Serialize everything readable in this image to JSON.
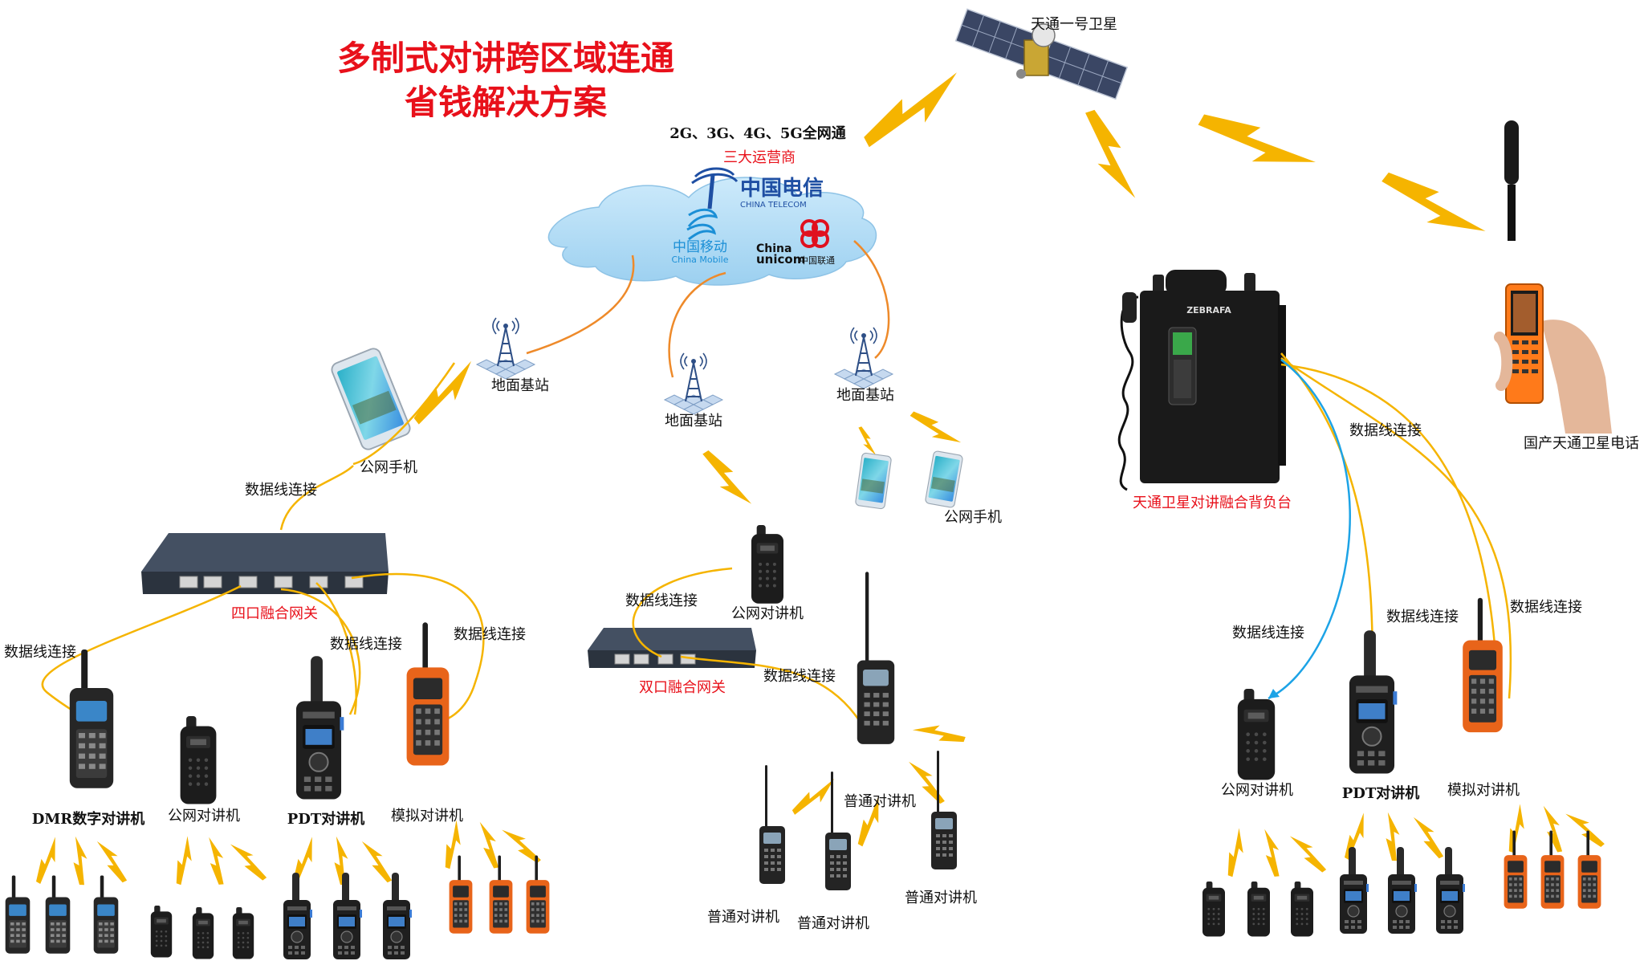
{
  "title": {
    "line1": "多制式对讲跨区域连通",
    "line2": "省钱解决方案"
  },
  "network": {
    "coverage": "2G、3G、4G、5G全网通",
    "operators_label": "三大运营商",
    "telecom_cn": "中国电信",
    "telecom_en": "CHINA TELECOM",
    "mobile_cn": "中国移动",
    "mobile_en": "China Mobile",
    "unicom_en1": "China",
    "unicom_en2": "unicom",
    "unicom_cn": "中国联通"
  },
  "satellite": {
    "label": "天通一号卫星"
  },
  "sat_phone": {
    "label": "国产天通卫星电话"
  },
  "base_station": {
    "label": "地面基站"
  },
  "phone": {
    "label": "公网手机"
  },
  "cable": {
    "label": "数据线连接"
  },
  "gateway4": {
    "label": "四口融合网关"
  },
  "gateway2": {
    "label": "双口融合网关"
  },
  "backpack": {
    "label": "天通卫星对讲融合背负台",
    "brand": "ZEBRAFA"
  },
  "radios": {
    "dmr": "DMR数字对讲机",
    "public": "公网对讲机",
    "pdt": "PDT对讲机",
    "analog": "模拟对讲机",
    "normal": "普通对讲机"
  },
  "colors": {
    "title_red": "#e8101a",
    "link_yellow": "#f5b400",
    "wire_orange": "#ee8a2a",
    "wire_blue": "#1ca3e6",
    "cloud": "#a9d7f3"
  }
}
